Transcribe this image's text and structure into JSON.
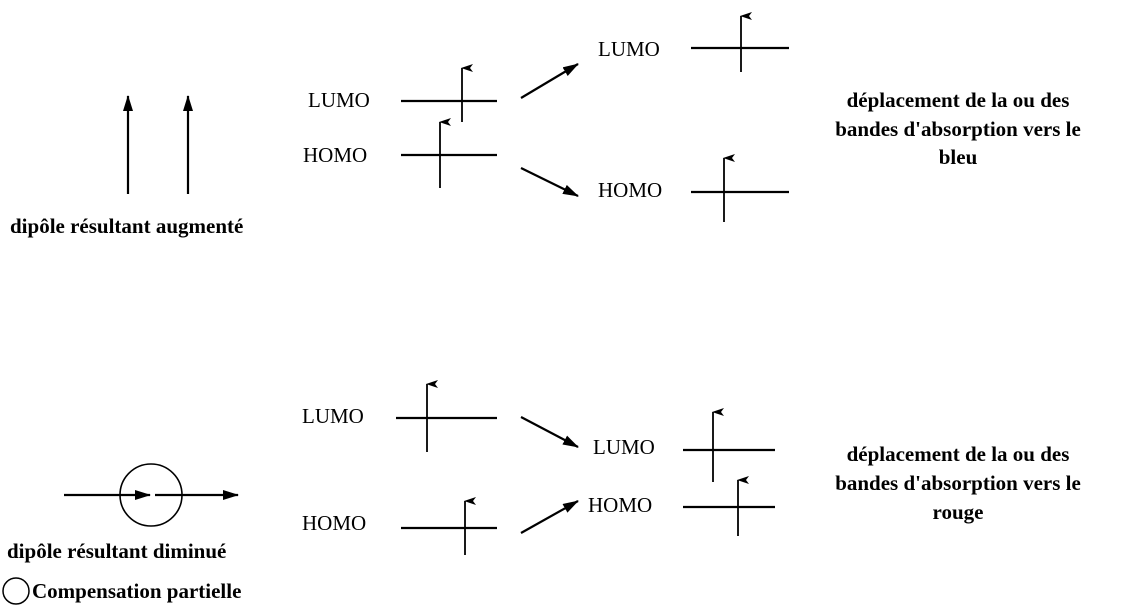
{
  "level_labels": {
    "lumo": "LUMO",
    "homo": "HOMO"
  },
  "top_panel": {
    "dipole_caption": "dipôle résultant augmenté",
    "shift_text_line1": "déplacement de la ou des",
    "shift_text_line2": "bandes d'absorption vers le",
    "shift_text_line3": "bleu"
  },
  "bottom_panel": {
    "dipole_caption": "dipôle résultant diminué",
    "shift_text_line1": "déplacement de la ou des",
    "shift_text_line2": "bandes d'absorption vers le",
    "shift_text_line3": "rouge"
  },
  "legend": {
    "compensation_label": "Compensation partielle"
  }
}
